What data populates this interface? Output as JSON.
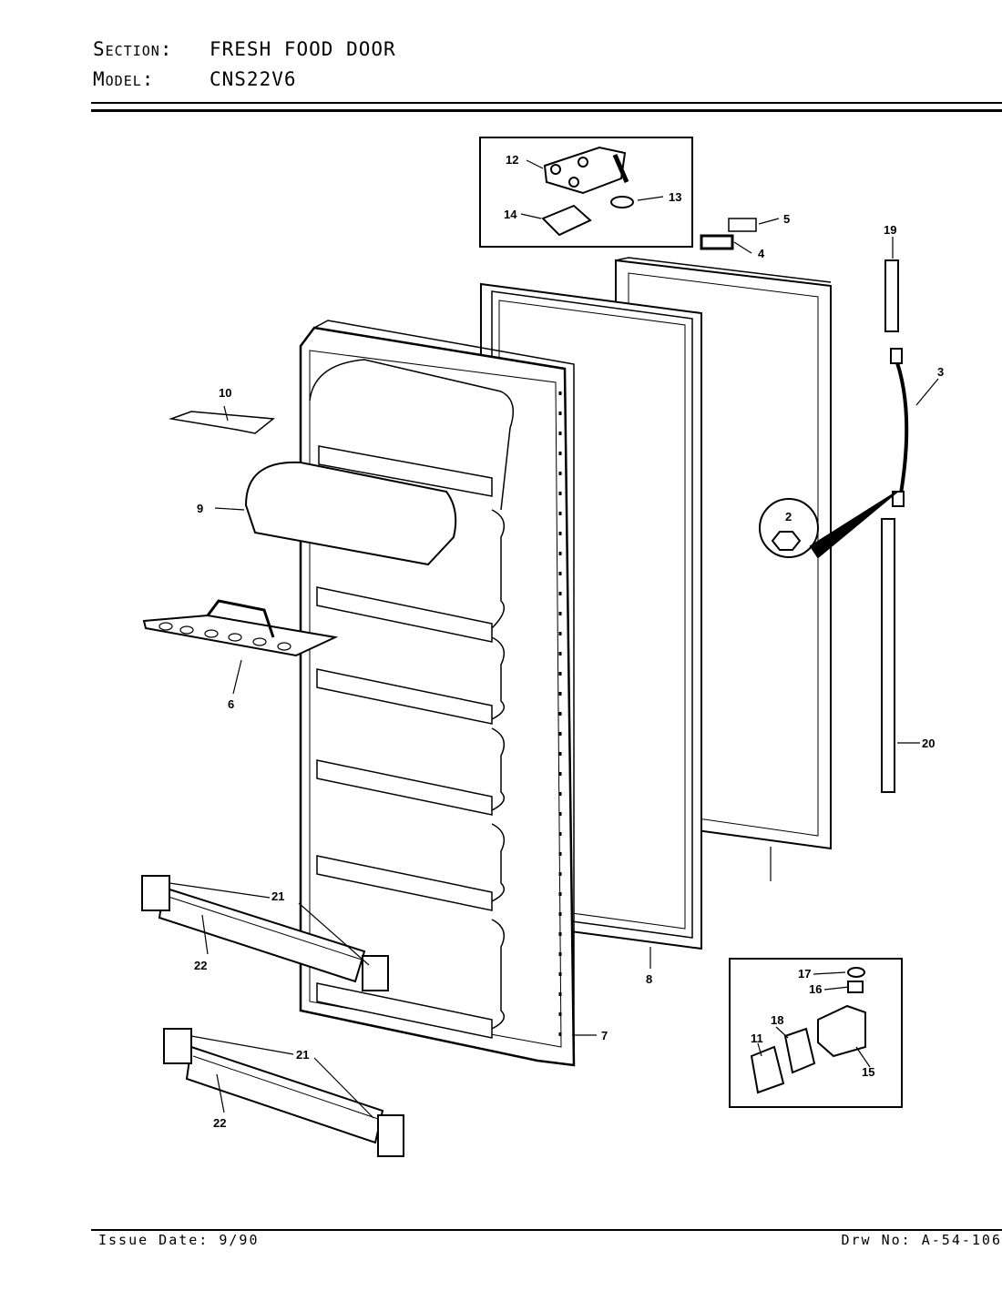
{
  "header": {
    "section_key": "Section:",
    "section_value": "FRESH FOOD DOOR",
    "model_key": "Model:",
    "model_value": "CNS22V6"
  },
  "footer": {
    "issue_date": "Issue Date: 9/90",
    "drawing_no": "Drw No: A-54-106"
  },
  "callouts": {
    "c2": "2",
    "c3": "3",
    "c4": "4",
    "c5": "5",
    "c6": "6",
    "c7": "7",
    "c8": "8",
    "c9": "9",
    "c10": "10",
    "c11": "11",
    "c12": "12",
    "c13": "13",
    "c14": "14",
    "c15": "15",
    "c16": "16",
    "c17": "17",
    "c18": "18",
    "c19": "19",
    "c20": "20",
    "c21a": "21",
    "c21b": "21",
    "c22a": "22",
    "c22b": "22"
  }
}
